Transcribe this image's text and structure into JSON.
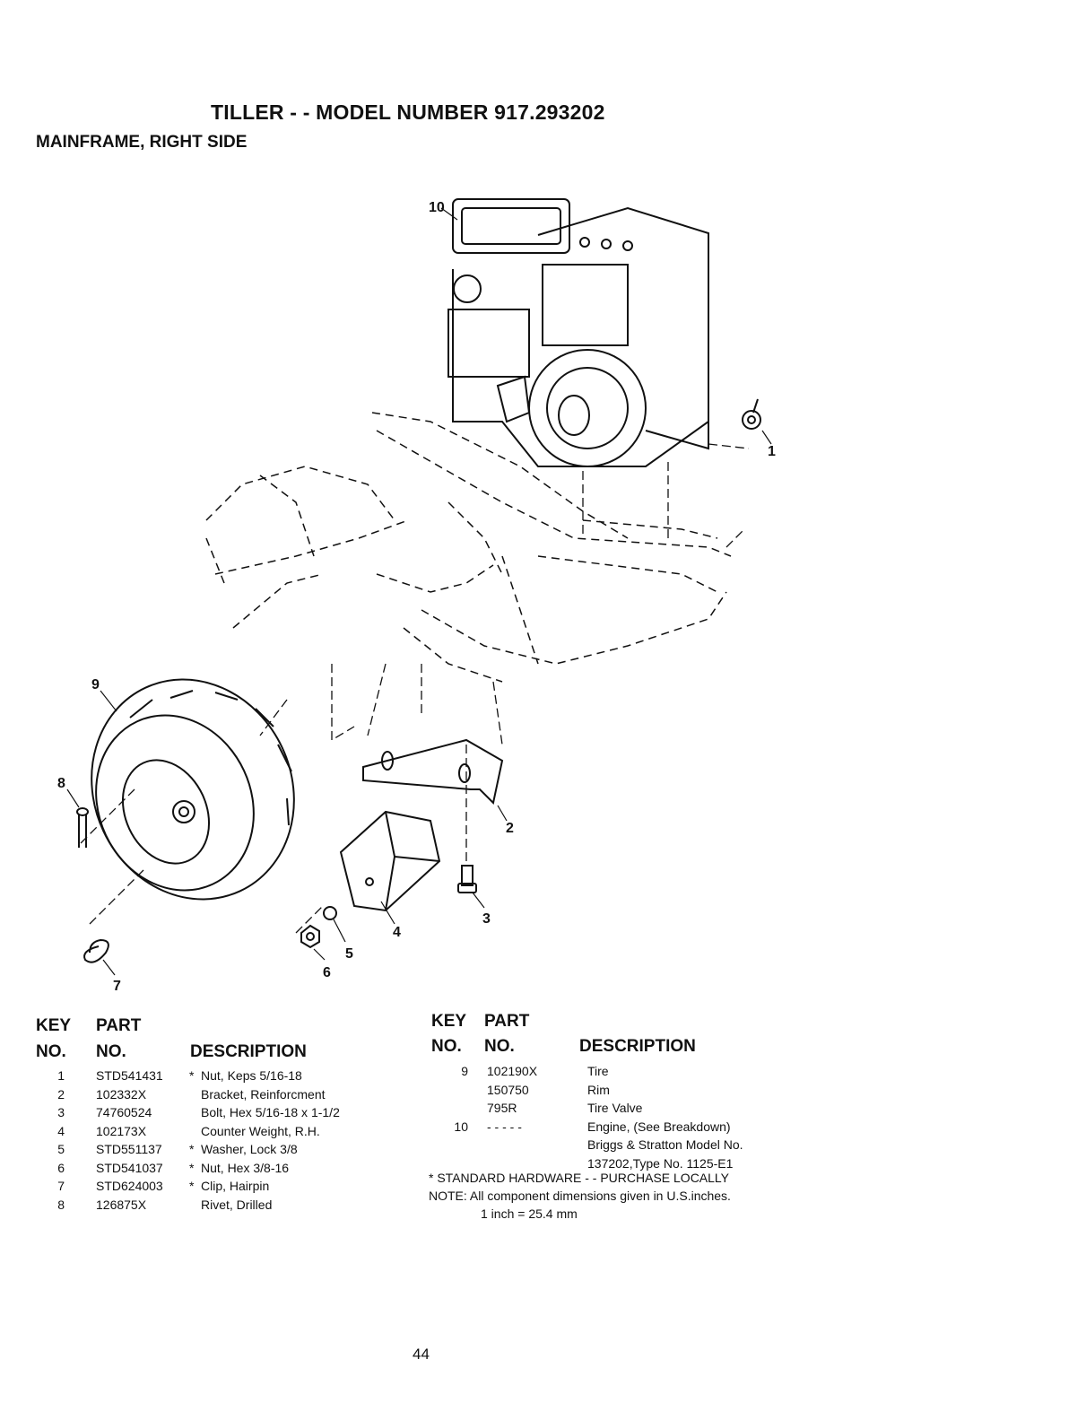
{
  "header": {
    "title": "TILLER - - MODEL NUMBER 917.293202",
    "subtitle": "MAINFRAME, RIGHT SIDE"
  },
  "diagram": {
    "callouts": [
      "1",
      "2",
      "3",
      "4",
      "5",
      "6",
      "7",
      "8",
      "9",
      "10"
    ]
  },
  "table_headers": {
    "key": "KEY",
    "part": "PART",
    "no": "NO.",
    "description": "DESCRIPTION"
  },
  "parts_left": [
    {
      "key": "1",
      "part": "STD541431",
      "std": "*",
      "desc": "Nut, Keps 5/16-18"
    },
    {
      "key": "2",
      "part": "102332X",
      "std": "",
      "desc": "Bracket, Reinforcment"
    },
    {
      "key": "3",
      "part": "74760524",
      "std": "",
      "desc": "Bolt, Hex 5/16-18 x 1-1/2"
    },
    {
      "key": "4",
      "part": "102173X",
      "std": "",
      "desc": "Counter Weight, R.H."
    },
    {
      "key": "5",
      "part": "STD551137",
      "std": "*",
      "desc": "Washer, Lock 3/8"
    },
    {
      "key": "6",
      "part": "STD541037",
      "std": "*",
      "desc": "Nut, Hex 3/8-16"
    },
    {
      "key": "7",
      "part": "STD624003",
      "std": "*",
      "desc": "Clip, Hairpin"
    },
    {
      "key": "8",
      "part": "126875X",
      "std": "",
      "desc": "Rivet, Drilled"
    }
  ],
  "parts_right": [
    {
      "key": "9",
      "part": "102190X",
      "desc": "Tire"
    },
    {
      "key": "",
      "part": "150750",
      "desc": "Rim"
    },
    {
      "key": "",
      "part": "795R",
      "desc": "Tire Valve"
    },
    {
      "key": "10",
      "part": "- - - - -",
      "desc": "Engine, (See Breakdown)"
    },
    {
      "key": "",
      "part": "",
      "desc": "Briggs & Stratton Model No."
    },
    {
      "key": "",
      "part": "",
      "desc": "137202,Type No. 1125-E1"
    }
  ],
  "notes": {
    "standard": "* STANDARD HARDWARE - - PURCHASE LOCALLY",
    "note_label": "NOTE:",
    "note_text": "All component dimensions given in U.S.inches.",
    "conversion": "1 inch = 25.4 mm"
  },
  "page_number": "44"
}
